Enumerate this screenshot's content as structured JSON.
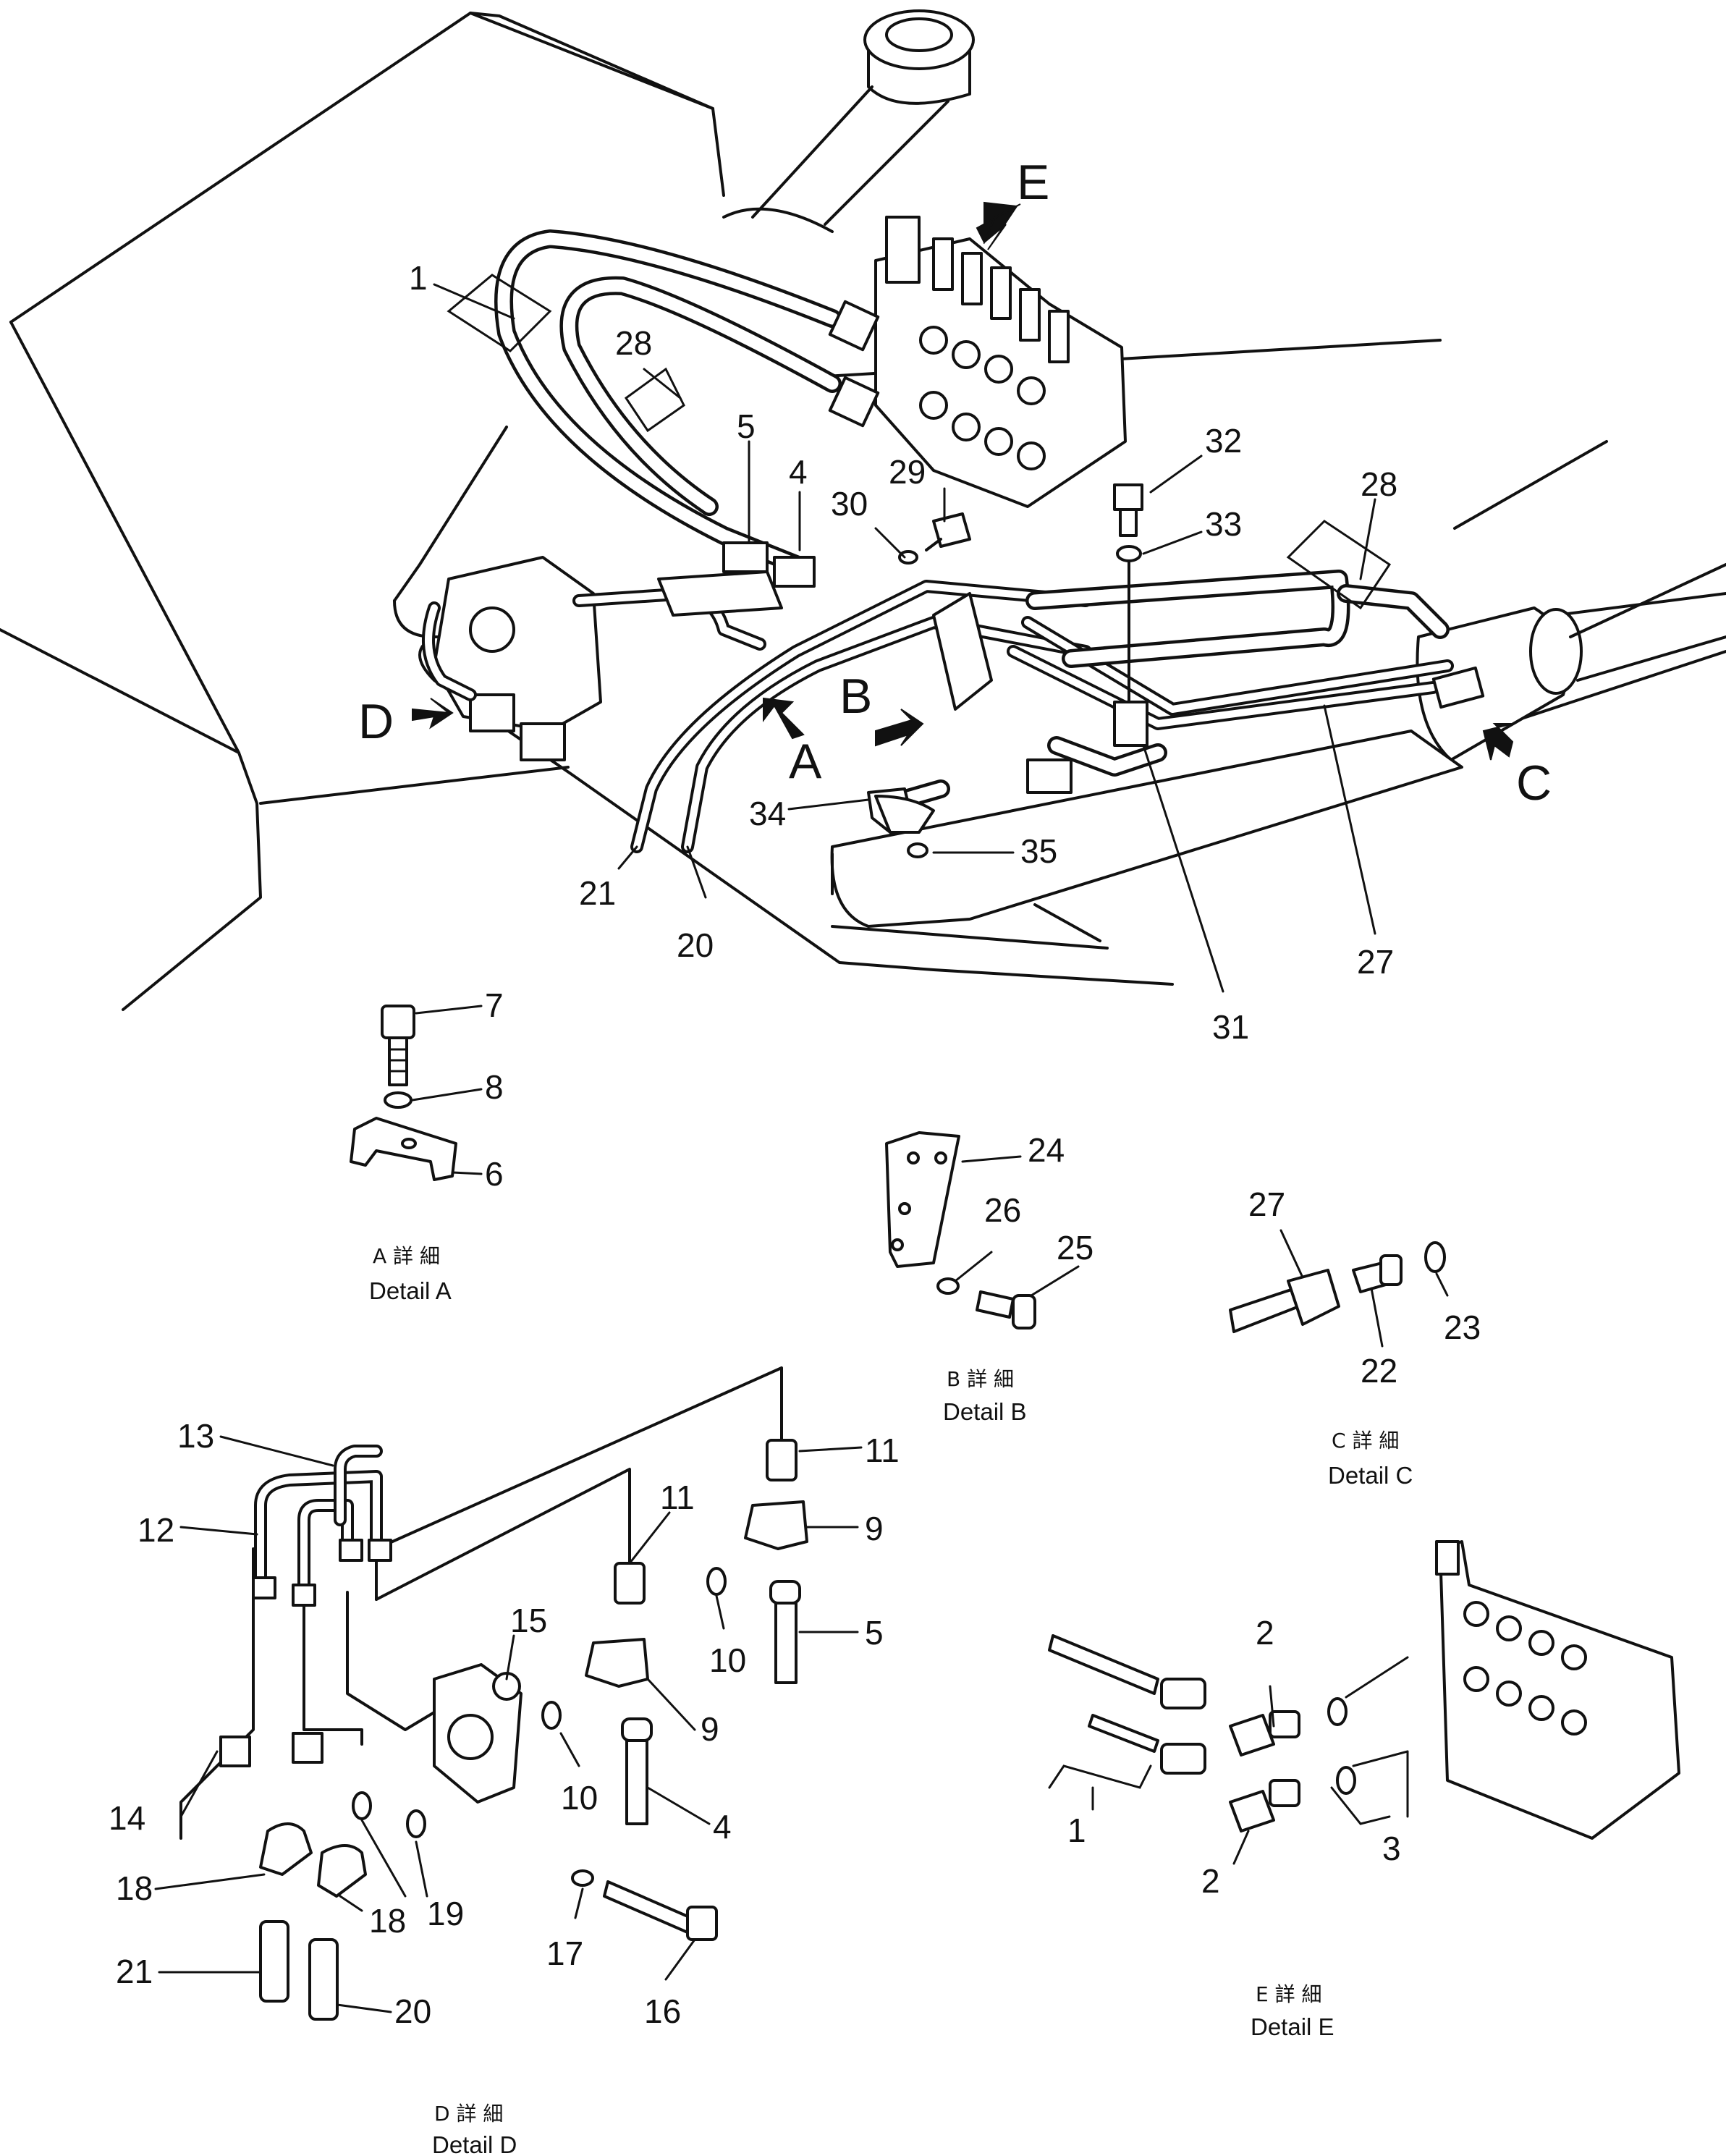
{
  "view_arrows": {
    "E": "E",
    "D": "D",
    "B": "B",
    "A": "A",
    "C": "C"
  },
  "callouts": {
    "c1": "1",
    "c28a": "28",
    "c5": "5",
    "c4": "4",
    "c30": "30",
    "c29": "29",
    "c32": "32",
    "c33": "33",
    "c28b": "28",
    "c34": "34",
    "c35": "35",
    "c21": "21",
    "c20": "20",
    "c31": "31",
    "c27": "27",
    "a7": "7",
    "a8": "8",
    "a6": "6",
    "b24": "24",
    "b26": "26",
    "b25": "25",
    "cc27": "27",
    "cc22": "22",
    "cc23": "23",
    "d13": "13",
    "d12": "12",
    "d11a": "11",
    "d11b": "11",
    "d9a": "9",
    "d9b": "9",
    "d10a": "10",
    "d10b": "10",
    "d5": "5",
    "d15": "15",
    "d4": "4",
    "d14": "14",
    "d18a": "18",
    "d18b": "18",
    "d19": "19",
    "d17": "17",
    "d16": "16",
    "d21": "21",
    "d20": "20",
    "e2a": "2",
    "e2b": "2",
    "e1": "1",
    "e3": "3"
  },
  "captions": {
    "A": {
      "jp": "A 詳 細",
      "en": "Detail A"
    },
    "B": {
      "jp": "B 詳 細",
      "en": "Detail B"
    },
    "C": {
      "jp": "C 詳 細",
      "en": "Detail C"
    },
    "D": {
      "jp": "D 詳 細",
      "en": "Detail D"
    },
    "E": {
      "jp": "E 詳 細",
      "en": "Detail E"
    }
  }
}
